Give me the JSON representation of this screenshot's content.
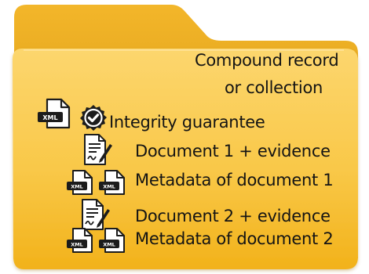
{
  "folder": {
    "title_line1": "Compound record",
    "title_line2": "or collection"
  },
  "items": [
    {
      "label": "Integrity guarantee",
      "icons": [
        "xml-file-icon",
        "verified-seal-icon"
      ]
    },
    {
      "label": "Document 1 + evidence",
      "icons": [
        "signed-document-icon"
      ]
    },
    {
      "label": "Metadata of document 1",
      "icons": [
        "xml-file-icon",
        "xml-file-icon"
      ]
    },
    {
      "label": "Document 2 + evidence",
      "icons": [
        "signed-document-icon"
      ]
    },
    {
      "label": "Metadata of document 2",
      "icons": [
        "xml-file-icon",
        "xml-file-icon"
      ]
    }
  ],
  "icon_text": {
    "xml": "XML"
  },
  "colors": {
    "folder_front_top": "#fcd46a",
    "folder_front_bottom": "#f2b21a",
    "folder_back": "#d89a0c",
    "folder_shadow": "#e4a112",
    "icon_badge": "#1c1c1c"
  }
}
